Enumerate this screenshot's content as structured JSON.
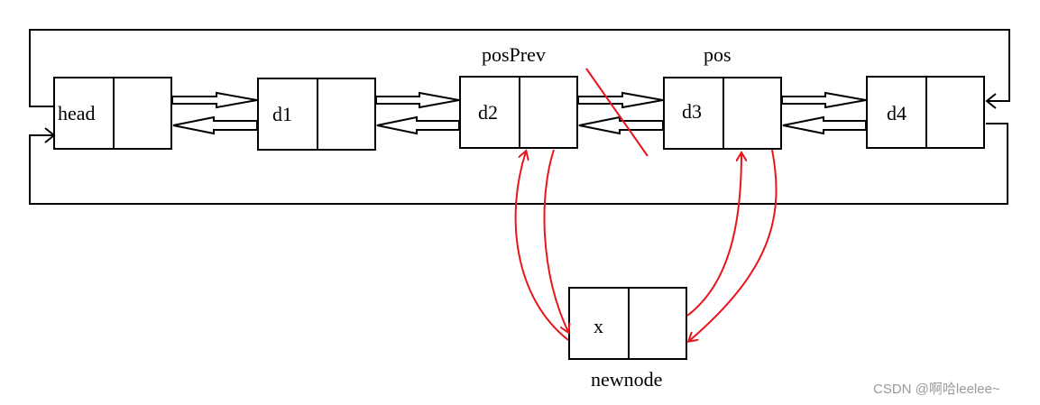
{
  "nodes": [
    {
      "id": "head",
      "label": "head"
    },
    {
      "id": "d1",
      "label": "d1"
    },
    {
      "id": "d2",
      "label": "d2"
    },
    {
      "id": "d3",
      "label": "d3"
    },
    {
      "id": "d4",
      "label": "d4"
    },
    {
      "id": "newnode",
      "label": "x"
    }
  ],
  "pointers": {
    "posPrev": "posPrev",
    "pos": "pos",
    "newnode": "newnode"
  },
  "colors": {
    "line": "#000000",
    "insert_arrow": "#e8141a",
    "watermark": "#9a9a9a"
  },
  "watermark": "CSDN @啊哈leelee~"
}
